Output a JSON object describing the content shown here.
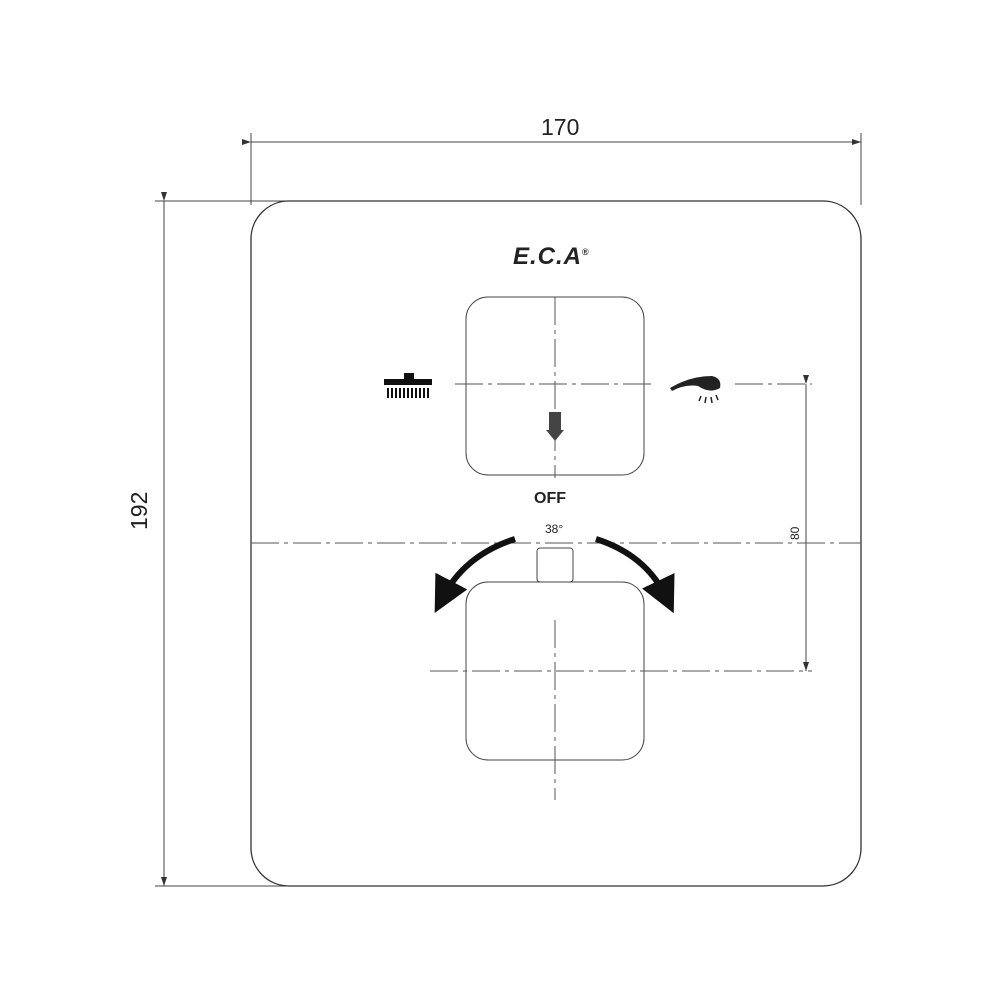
{
  "dimensions": {
    "width": "170",
    "height": "192",
    "spacing": "80"
  },
  "brand": {
    "logo_text": "E.C.A",
    "registered": "®"
  },
  "labels": {
    "off": "OFF",
    "angle": "38°"
  },
  "icons": [
    "overhead-shower-icon",
    "hand-shower-icon",
    "down-arrow-icon",
    "rotate-left-arrow-icon",
    "rotate-right-arrow-icon"
  ]
}
